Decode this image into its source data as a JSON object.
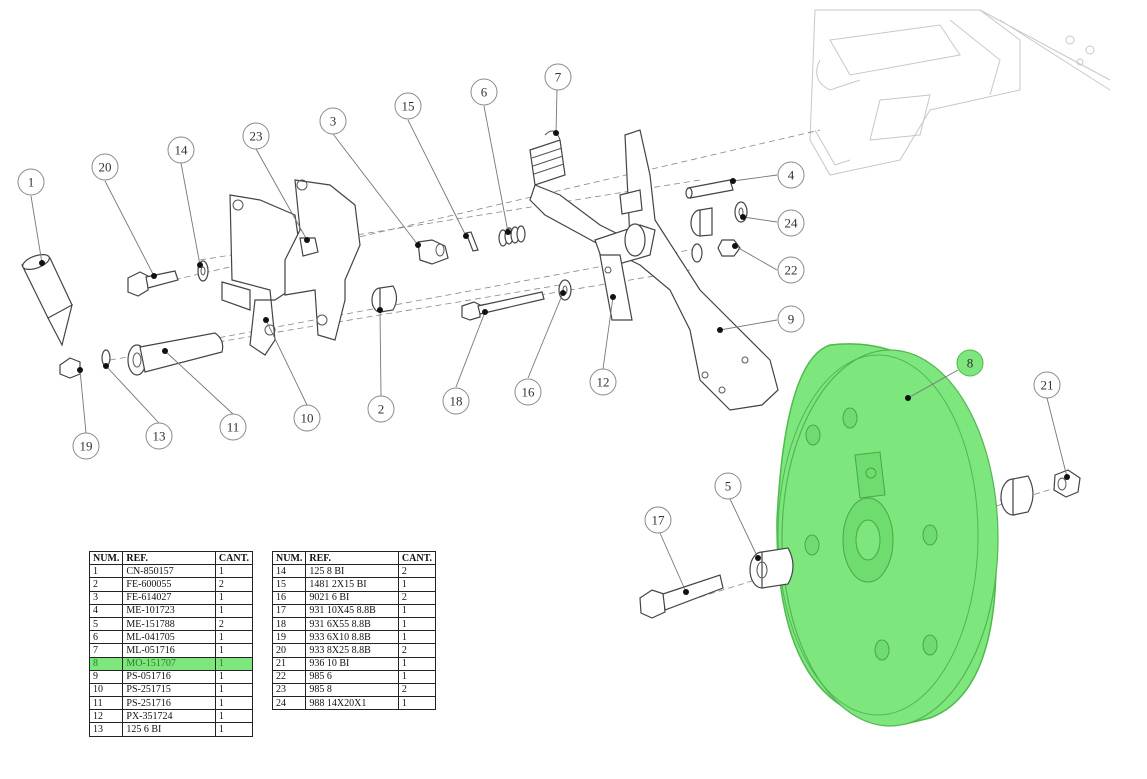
{
  "parts_table_left": {
    "headers": {
      "num": "NUM.",
      "ref": "REF.",
      "cant": "CANT."
    },
    "rows": [
      {
        "num": "1",
        "ref": "CN-850157",
        "cant": "1"
      },
      {
        "num": "2",
        "ref": "FE-600055",
        "cant": "2"
      },
      {
        "num": "3",
        "ref": "FE-614027",
        "cant": "1"
      },
      {
        "num": "4",
        "ref": "ME-101723",
        "cant": "1"
      },
      {
        "num": "5",
        "ref": "ME-151788",
        "cant": "2"
      },
      {
        "num": "6",
        "ref": "ML-041705",
        "cant": "1"
      },
      {
        "num": "7",
        "ref": "ML-051716",
        "cant": "1"
      },
      {
        "num": "8",
        "ref": "MO-151707",
        "cant": "1"
      },
      {
        "num": "9",
        "ref": "PS-051716",
        "cant": "1"
      },
      {
        "num": "10",
        "ref": "PS-251715",
        "cant": "1"
      },
      {
        "num": "11",
        "ref": "PS-251716",
        "cant": "1"
      },
      {
        "num": "12",
        "ref": "PX-351724",
        "cant": "1"
      },
      {
        "num": "13",
        "ref": "125 6 BI",
        "cant": "1"
      }
    ]
  },
  "parts_table_right": {
    "headers": {
      "num": "NUM.",
      "ref": "REF.",
      "cant": "CANT."
    },
    "rows": [
      {
        "num": "14",
        "ref": "125 8 BI",
        "cant": "2"
      },
      {
        "num": "15",
        "ref": "1481 2X15 BI",
        "cant": "1"
      },
      {
        "num": "16",
        "ref": "9021 6 BI",
        "cant": "2"
      },
      {
        "num": "17",
        "ref": "931 10X45 8.8B",
        "cant": "1"
      },
      {
        "num": "18",
        "ref": "931 6X55 8.8B",
        "cant": "1"
      },
      {
        "num": "19",
        "ref": "933 6X10 8.8B",
        "cant": "1"
      },
      {
        "num": "20",
        "ref": "933 8X25 8.8B",
        "cant": "2"
      },
      {
        "num": "21",
        "ref": "936 10 BI",
        "cant": "1"
      },
      {
        "num": "22",
        "ref": "985 6",
        "cant": "1"
      },
      {
        "num": "23",
        "ref": "985 8",
        "cant": "2"
      },
      {
        "num": "24",
        "ref": "988 14X20X1",
        "cant": "1"
      }
    ]
  },
  "selected_part": "8",
  "highlight_color": "#7de67d",
  "callouts": [
    "1",
    "2",
    "3",
    "4",
    "5",
    "6",
    "7",
    "8",
    "9",
    "10",
    "11",
    "12",
    "13",
    "14",
    "15",
    "16",
    "17",
    "18",
    "19",
    "20",
    "21",
    "22",
    "23",
    "24"
  ]
}
